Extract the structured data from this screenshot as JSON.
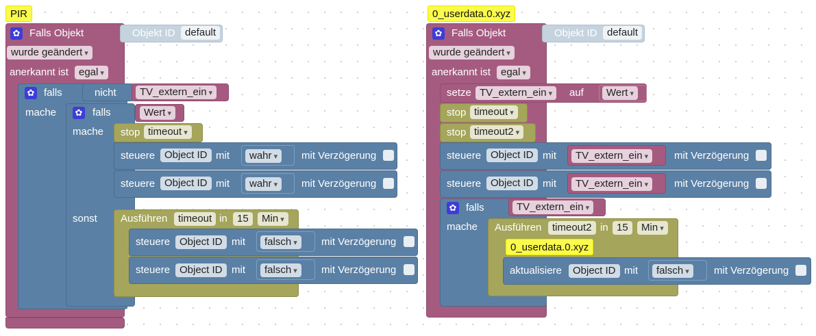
{
  "left": {
    "tooltip": "PIR",
    "falls_objekt": "Falls Objekt",
    "objekt_id_label": "Objekt ID",
    "objekt_id_value": "default",
    "wurde_geaendert": "wurde geändert",
    "anerkannt_ist": "anerkannt ist",
    "egal": "egal",
    "falls": "falls",
    "nicht": "nicht",
    "tv_extern_ein": "TV_extern_ein",
    "mache": "mache",
    "falls2": "falls",
    "wert": "Wert",
    "mache2": "mache",
    "stop": "stop",
    "timeout": "timeout",
    "steuere": "steuere",
    "object_id": "Object ID",
    "mit": "mit",
    "wahr": "wahr",
    "mit_verzoegerung": "mit Verzögerung",
    "sonst": "sonst",
    "ausfuehren": "Ausführen",
    "in": "in",
    "fifteen": "15",
    "min": "Min",
    "falsch": "falsch"
  },
  "right": {
    "tooltip": "0_userdata.0.xyz",
    "falls_objekt": "Falls Objekt",
    "objekt_id_label": "Objekt ID",
    "objekt_id_value": "default",
    "wurde_geaendert": "wurde geändert",
    "anerkannt_ist": "anerkannt ist",
    "egal": "egal",
    "setze": "setze",
    "tv_extern_ein": "TV_extern_ein",
    "auf": "auf",
    "wert": "Wert",
    "stop": "stop",
    "timeout": "timeout",
    "timeout2": "timeout2",
    "steuere": "steuere",
    "object_id": "Object ID",
    "mit": "mit",
    "mit_verzoegerung": "mit Verzögerung",
    "falls": "falls",
    "mache": "mache",
    "ausfuehren": "Ausführen",
    "in": "in",
    "fifteen": "15",
    "min": "Min",
    "inner_tooltip": "0_userdata.0.xyz",
    "aktualisiere": "aktualisiere",
    "falsch": "falsch"
  },
  "colors": {
    "event": "#a55b80",
    "control": "#5b80a5",
    "timer": "#a5a55b",
    "tooltip": "#fbfb4b"
  }
}
